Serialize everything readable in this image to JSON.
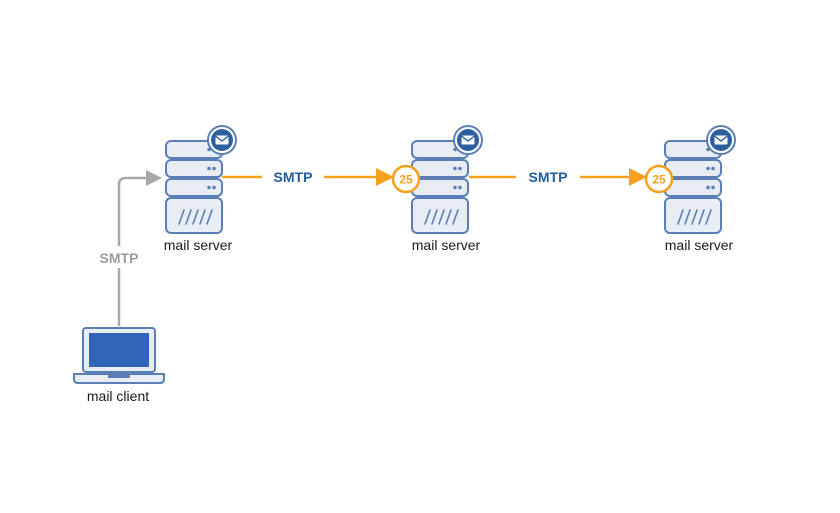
{
  "colors": {
    "accent_orange": "#F5A11E",
    "client_arrow_gray": "#A8A8A8",
    "smtp_blue": "#1F5C9E",
    "smtp_gray": "#9A9A9A",
    "server_blue": "#5B7FB5",
    "server_fill": "#E8EDF4",
    "laptop_screen": "#2F64B8"
  },
  "nodes": {
    "server_1": {
      "label": "mail server",
      "icon": "mail-envelope-icon"
    },
    "server_2": {
      "label": "mail server",
      "icon": "mail-envelope-icon",
      "port": "25"
    },
    "server_3": {
      "label": "mail server",
      "icon": "mail-envelope-icon",
      "port": "25"
    },
    "client": {
      "label": "mail client",
      "icon": "laptop-icon"
    }
  },
  "connections": {
    "client_to_server_1": {
      "label": "SMTP"
    },
    "server_1_to_server_2": {
      "label": "SMTP"
    },
    "server_2_to_server_3": {
      "label": "SMTP"
    }
  }
}
